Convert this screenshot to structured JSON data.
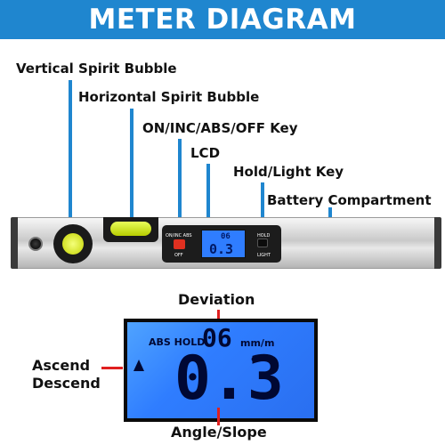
{
  "banner": {
    "title": "METER DIAGRAM"
  },
  "callouts": {
    "vertical_bubble": "Vertical Spirit Bubble",
    "horizontal_bubble": "Horizontal Spirit Bubble",
    "key_on_inc": "ON/INC/ABS/OFF Key",
    "lcd": "LCD",
    "hold_light": "Hold/Light Key",
    "battery": "Battery Compartment"
  },
  "level_panel": {
    "left_key_top": "ON/INC ABS",
    "left_key_bottom": "OFF",
    "right_key_top": "HOLD",
    "right_key_bottom": "LIGHT",
    "mini_reading": "0.3",
    "mini_deviation": "06"
  },
  "display": {
    "status_text": "ABS HOLD",
    "deviation_value": "06",
    "deviation_unit": "mm/m",
    "angle_value": "0.3",
    "degree_symbol": "°"
  },
  "display_labels": {
    "deviation": "Deviation",
    "ascend": "Ascend",
    "descend": "Descend",
    "angle_slope": "Angle/Slope"
  },
  "colors": {
    "accent_blue": "#1f86cf",
    "lcd_blue": "#2f7dff",
    "marker_red": "#e02020"
  }
}
